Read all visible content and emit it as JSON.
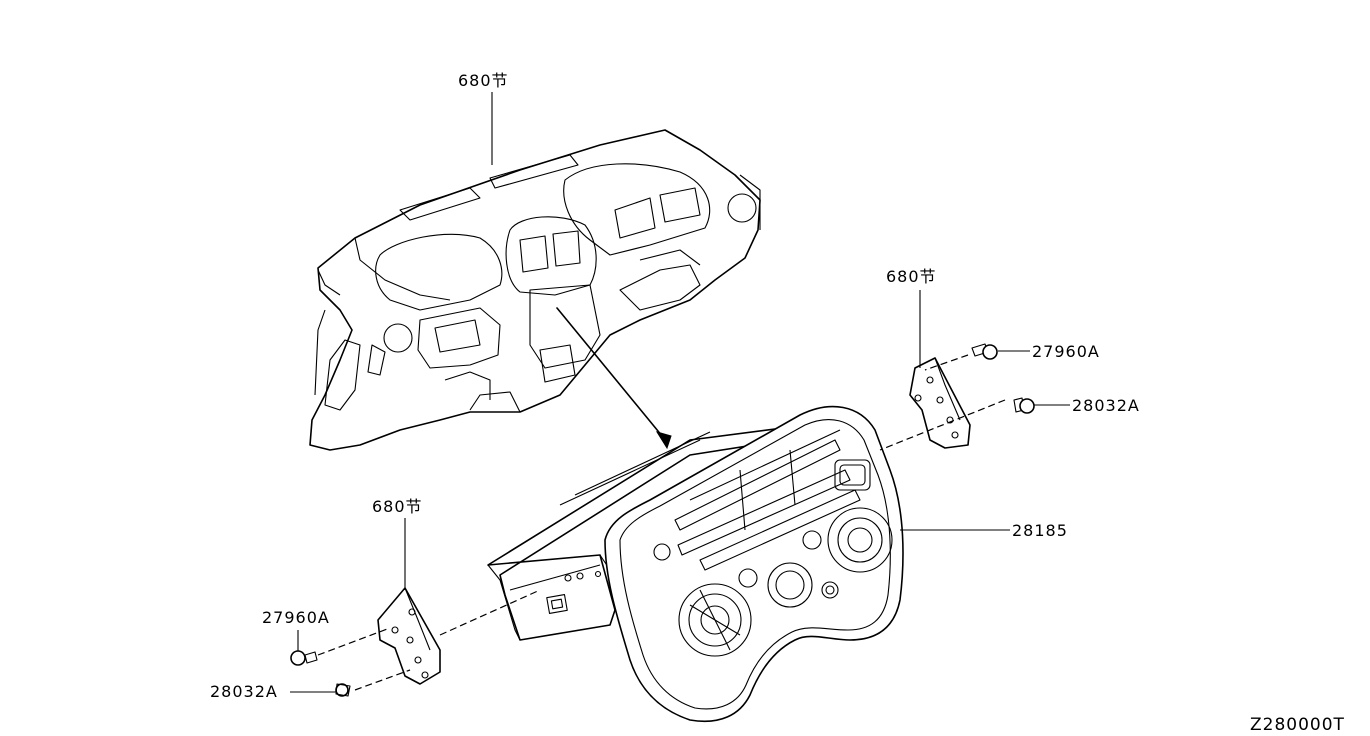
{
  "diagram": {
    "callouts": {
      "instrument_panel_ref": "680节",
      "bracket_right_ref": "680节",
      "bracket_left_ref": "680节",
      "screw_right": "27960A",
      "clip_right": "28032A",
      "screw_left": "27960A",
      "clip_left": "28032A",
      "main_unit": "28185"
    },
    "figure_code": "Z280000T"
  }
}
